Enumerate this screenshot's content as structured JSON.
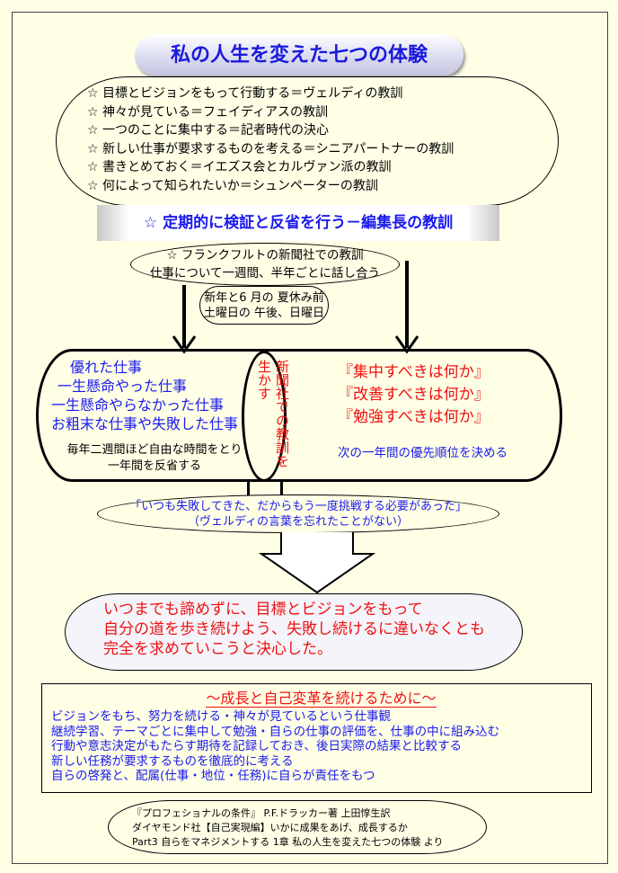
{
  "title": "私の人生を変えた七つの体験",
  "lessons": [
    "☆ 目標とビジョンをもって行動する＝ヴェルディの教訓",
    "☆ 神々が見ている＝フェイディアスの教訓",
    "☆ 一つのことに集中する＝記者時代の決心",
    "☆ 新しい仕事が要求するものを考える＝シニアパートナーの教訓",
    "☆ 書きとめておく＝イエズス会とカルヴァン派の教訓",
    "☆ 何によって知られたいか＝シュンペーターの教訓"
  ],
  "banner": "☆ 定期的に検証と反省を行う－編集長の教訓",
  "frankfurt": [
    "☆ フランクフルトの新聞社での教訓",
    "仕事について一週間、半年ごとに話し合う"
  ],
  "schedule": [
    "新年と6 月の 夏休み前",
    "土曜日の 午後、日曜日"
  ],
  "left": {
    "blue": [
      "優れた仕事",
      "一生懸命やった仕事",
      "一生懸命やらなかった仕事",
      "お粗末な仕事や失敗した仕事"
    ],
    "black": [
      "毎年二週間ほど自由な時間をとり",
      "一年間を反省する"
    ]
  },
  "center": "新聞社での教訓を生かす",
  "right": {
    "red": [
      "『集中すべきは何か』",
      "『改善すべきは何か』",
      "『勉強すべきは何か』"
    ],
    "blue": "次の一年間の優先順位を決める"
  },
  "quote": [
    "「いつも失敗してきた、だからもう一度挑戦する必要があった」",
    "（ヴェルディの言葉を忘れたことがない）"
  ],
  "resolve": [
    "いつまでも諦めずに、目標とビジョンをもって",
    "自分の道を歩き続けよう、失敗し続けるに違いなくとも",
    "完全を求めていこうと決心した。"
  ],
  "growth": {
    "title": "～成長と自己変革を続けるために～",
    "lines": [
      "ビジョンをもち、努力を続ける・神々が見ているという仕事観",
      "継続学習、テーマごとに集中して勉強・自らの仕事の評価を、仕事の中に組み込む",
      "行動や意志決定がもたらす期待を記録しておき、後日実際の結果と比較する",
      "新しい任務が要求するものを徹底的に考える",
      "自らの啓発と、配属(仕事・地位・任務)に自らが責任をもつ"
    ]
  },
  "citation": [
    "『プロフェショナルの条件』 P.F.ドラッカー著 上田惇生訳",
    "ダイヤモンド社【自己実現編】いかに成果をあげ、成長するか",
    "Part3 自らをマネジメントする 1章 私の人生を変えた七つの体験 より"
  ]
}
